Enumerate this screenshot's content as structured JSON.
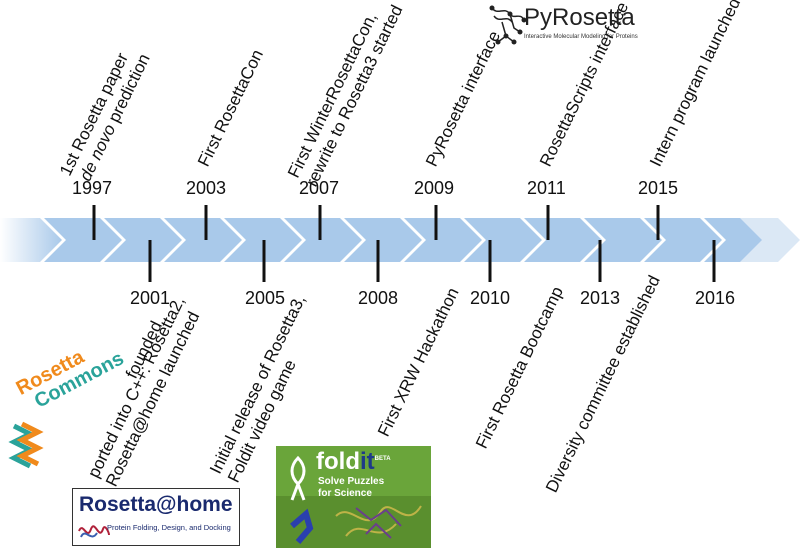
{
  "years_top": [
    "1997",
    "2003",
    "2007",
    "2009",
    "2011",
    "2015"
  ],
  "years_bottom": [
    "2001",
    "2005",
    "2008",
    "2010",
    "2013",
    "2016"
  ],
  "events_top": {
    "e1997_line1": "1st Rosetta paper",
    "e1997_line2_a": "de novo",
    "e1997_line2_b": " prediction",
    "e2003": "First RosettaCon",
    "e2007_line1": "First WinterRosettaCon,",
    "e2007_line2": "rewrite to Rosetta3 started",
    "e2009": "PyRosetta interface",
    "e2011": "RosettaScripts interface",
    "e2015": "Intern program launched"
  },
  "events_bottom": {
    "e2001_founded": "founded",
    "e2005_line1": "ported into C++: Rosetta2,",
    "e2005_line2": "Rosetta@home launched",
    "e2008_line1": "Initial release of Rosetta3,",
    "e2008_line2": "Foldit video game",
    "e2010": "First XRW Hackathon",
    "e2013": "First Rosetta Bootcamp",
    "e2016": "Diversity committee established"
  },
  "logos": {
    "rosetta_commons_1": "Rosetta",
    "rosetta_commons_2": "Commons",
    "pyrosetta_title": "PyRosetta",
    "pyrosetta_sub": "Interactive Molecular Modeling for Proteins",
    "rah_title": "Rosetta@home",
    "rah_sub": "Protein Folding, Design, and Docking",
    "foldit_title": "fold",
    "foldit_title2": "it",
    "foldit_beta": "BETA",
    "foldit_tag1": "Solve Puzzles",
    "foldit_tag2": "for Science"
  },
  "colors": {
    "arrow": "#a9c9ea",
    "arrow_light": "#dbe8f5",
    "rosetta_orange": "#f08a1c",
    "commons_teal": "#2aa39a",
    "foldit_green": "#5a8f2e"
  }
}
